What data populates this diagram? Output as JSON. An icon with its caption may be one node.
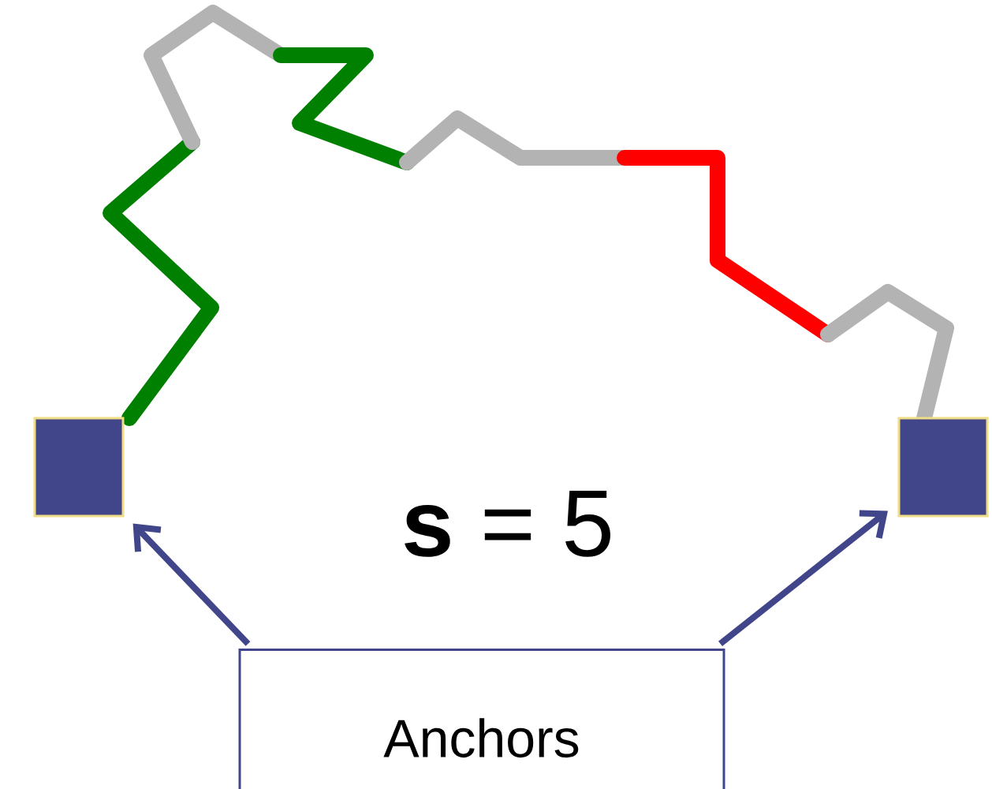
{
  "diagram": {
    "nodes": [
      {
        "text": [
          "Anchors"
        ]
      },
      {
        "text": [],
        "shape": "box"
      },
      {
        "text": [],
        "shape": "box"
      }
    ],
    "edges": [
      {
        "from": 0,
        "to": 1,
        "arrow": "to"
      },
      {
        "from": 0,
        "to": 2,
        "arrow": "to"
      }
    ],
    "labels": [
      "**s** = 5"
    ]
  }
}
